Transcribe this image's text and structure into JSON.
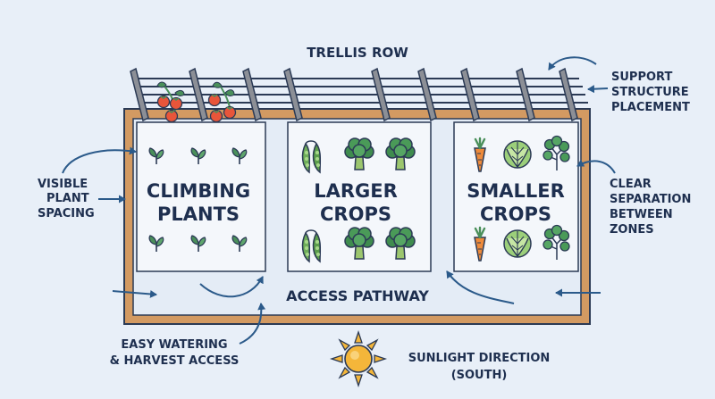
{
  "title": "TRELLIS ROW",
  "zones": [
    {
      "line1": "CLIMBING",
      "line2": "PLANTS"
    },
    {
      "line1": "LARGER",
      "line2": "CROPS"
    },
    {
      "line1": "SMALLER",
      "line2": "CROPS"
    }
  ],
  "pathway": "ACCESS PATHWAY",
  "callouts": {
    "support": [
      "SUPPORT",
      "STRUCTURE",
      "PLACEMENT"
    ],
    "spacing": [
      "VISIBLE",
      "PLANT",
      "SPACING"
    ],
    "separation": [
      "CLEAR",
      "SEPARATION",
      "BETWEEN",
      "ZONES"
    ],
    "watering": [
      "EASY WATERING",
      "& HARVEST ACCESS"
    ],
    "sunlight": [
      "SUNLIGHT DIRECTION",
      "(SOUTH)"
    ]
  },
  "icons": {
    "zone1": [
      "sprout-icon",
      "tomato-vine-icon"
    ],
    "zone2": [
      "pea-pod-icon",
      "broccoli-icon"
    ],
    "zone3": [
      "carrot-icon",
      "lettuce-icon",
      "parsley-icon"
    ],
    "sun": "sun-icon"
  },
  "colors": {
    "background": "#e8eff8",
    "bed_border": "#d39a62",
    "outline": "#2b3a55",
    "text": "#1e2f4f",
    "leaf": "#4a8f5a",
    "tomato": "#e8553a",
    "carrot": "#ee8a3a",
    "sun": "#f4b63a"
  }
}
